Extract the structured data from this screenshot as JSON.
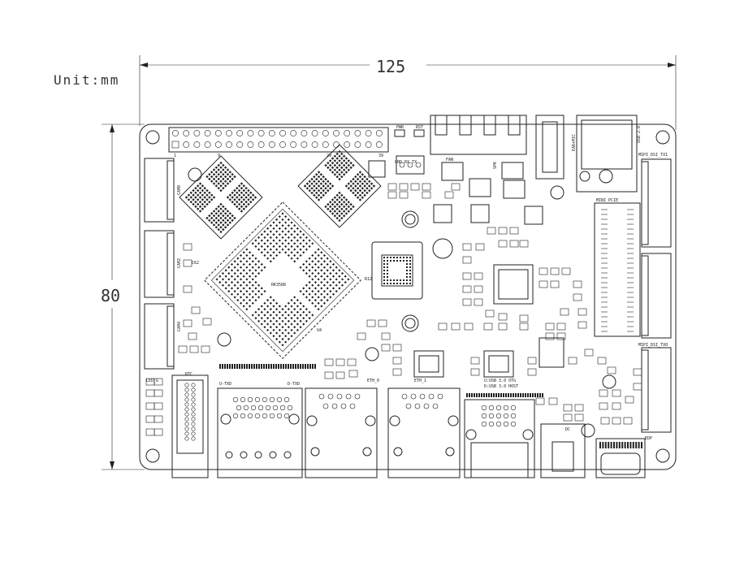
{
  "dimensions": {
    "unit_label": "Unit:mm",
    "width": "125",
    "height": "80"
  },
  "soc_label": "RK3588",
  "header_pins": [
    "1",
    "9",
    "29",
    "39"
  ],
  "camera_labels": [
    "CAM0",
    "CAM2",
    "CAM4"
  ],
  "port_labels": {
    "rtc": "RTC",
    "u_txd": "U-TXD",
    "d_txd": "D-TXD",
    "eth0": "ETH_0",
    "eth1": "ETH_1",
    "usb_otg": "U:USB 3.0 OTG",
    "usb_host": "D:USB 3.0 HOST",
    "edp": "EDP",
    "mipi_dsi_tx1": "MIPI_DSI_TX1",
    "mipi_dsi_tx0": "MIPI_DSI_TX0",
    "mini_pcie": "MINI PCIE",
    "usb2": "USB 2.0",
    "earmic": "EAR+MIC",
    "fan": "FAN",
    "spk": "SPK",
    "debug_pins": "GND  RX  TX",
    "pwr": "PWR",
    "rst": "RST",
    "led_g": "LED_G",
    "dc": "DC",
    "c62": "C62",
    "r12": "R12",
    "u4": "U4"
  }
}
